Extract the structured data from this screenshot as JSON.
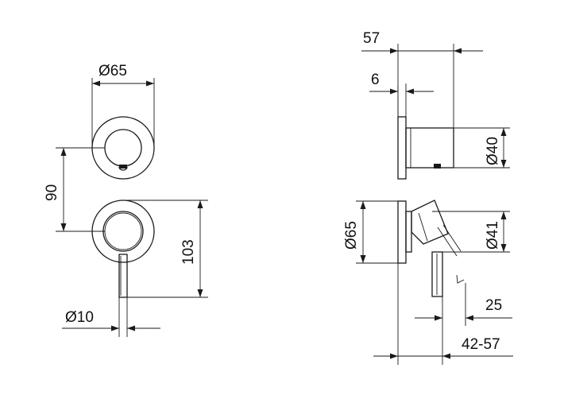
{
  "labels": {
    "front_top_diameter": "Ø65",
    "front_spacing": "90",
    "front_height": "103",
    "lever_diameter": "Ø10",
    "side_depth_total": "57",
    "side_plate": "6",
    "side_body_diameter": "Ø40",
    "side_plate_diameter": "Ø65",
    "side_lever_diameter": "Ø41",
    "side_lever_length": "25",
    "side_range": "42-57"
  },
  "colors": {
    "line": "#1a1a1a",
    "background": "#ffffff"
  }
}
